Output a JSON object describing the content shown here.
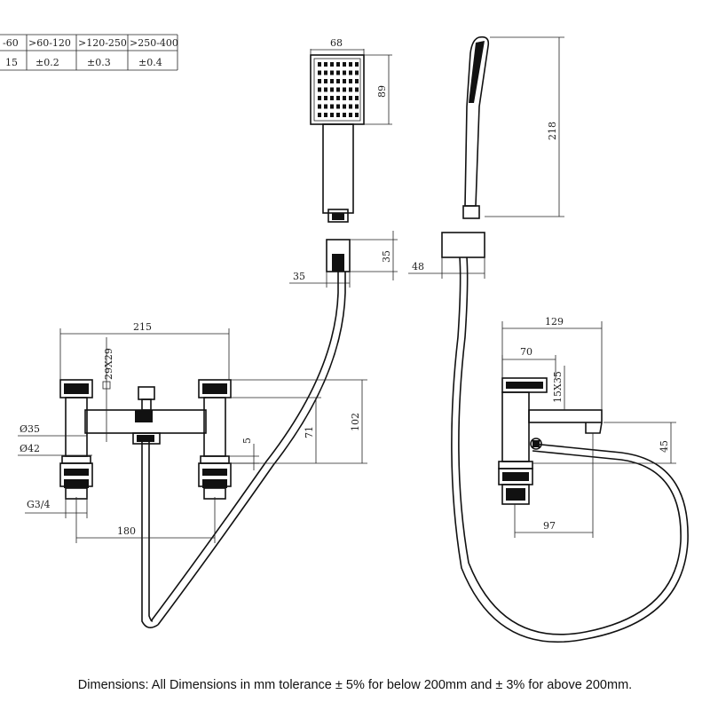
{
  "tolerance_table": {
    "ranges": [
      "-60",
      ">60-120",
      ">120-250",
      ">250-400"
    ],
    "tolerances": [
      "15",
      "±0.2",
      "±0.3",
      "±0.4"
    ]
  },
  "dimensions": {
    "shower_width": "68",
    "shower_head_height": "89",
    "shower_total_length": "218",
    "holder_height": "35",
    "holder_width": "35",
    "holder_depth": "48",
    "body_length": "215",
    "outlet_size": "29X29",
    "base_diameter": "Ø35",
    "flange_diameter": "Ø42",
    "thread": "G3/4",
    "centers": "180",
    "step": "5",
    "body_height": "71",
    "total_height": "102",
    "side_depth": "129",
    "handle_depth": "70",
    "spout_size": "15X35",
    "spout_height": "45",
    "spout_reach": "97"
  },
  "caption": "Dimensions: All Dimensions in mm tolerance ± 5% for below 200mm and ± 3% for above 200mm."
}
